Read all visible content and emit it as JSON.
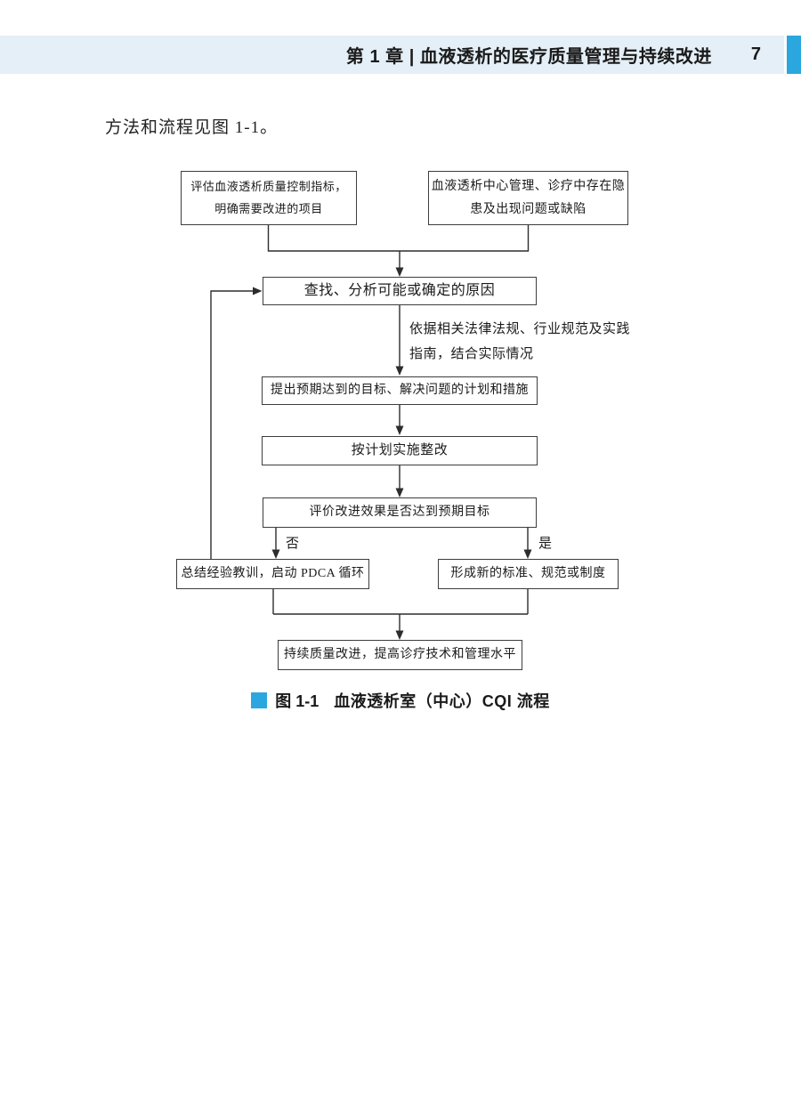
{
  "header": {
    "chapter_title": "第 1 章 | 血液透析的医疗质量管理与持续改进",
    "page_number": "7"
  },
  "intro_text": "方法和流程见图 1-1。",
  "flowchart": {
    "nodes": {
      "assess": {
        "line1": "评估血液透析质量控制指标，",
        "line2": "明确需要改进的项目"
      },
      "problem": {
        "line1": "血液透析中心管理、诊疗中存在隐",
        "line2": "患及出现问题或缺陷"
      },
      "find": {
        "label": "查找、分析可能或确定的原因"
      },
      "goal": {
        "label": "提出预期达到的目标、解决问题的计划和措施"
      },
      "implement": {
        "label": "按计划实施整改"
      },
      "evaluate": {
        "label": "评价改进效果是否达到预期目标"
      },
      "summarize": {
        "label": "总结经验教训，启动 PDCA 循环"
      },
      "standard": {
        "label": "形成新的标准、规范或制度"
      },
      "continuous": {
        "label": "持续质量改进，提高诊疗技术和管理水平"
      }
    },
    "edge_labels": {
      "no": "否",
      "yes": "是"
    },
    "annotation": {
      "line1": "依据相关法律法规、行业规范及实践",
      "line2": "指南，结合实际情况"
    }
  },
  "caption": {
    "figure_label": "图 1-1",
    "figure_title": "血液透析室（中心）CQI 流程"
  },
  "colors": {
    "header_band": "#e4eff7",
    "accent_blue": "#2aa7de",
    "line_color": "#2d2d2d"
  }
}
